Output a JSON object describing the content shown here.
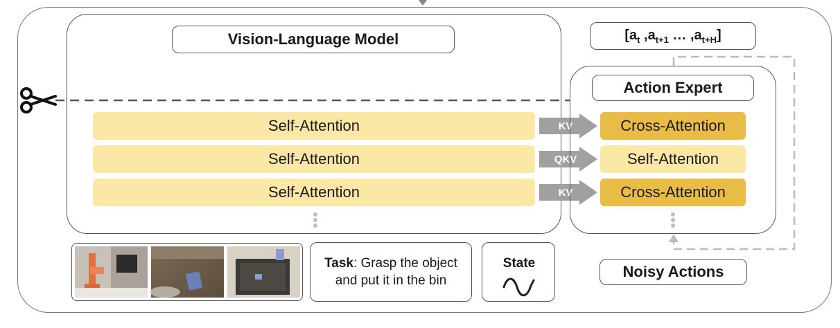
{
  "vlm": {
    "title": "Vision-Language Model",
    "layers": [
      "Self-Attention",
      "Self-Attention",
      "Self-Attention"
    ]
  },
  "connectors": [
    "KV",
    "QKV",
    "KV"
  ],
  "expert": {
    "title": "Action Expert",
    "layers": [
      "Cross-Attention",
      "Self-Attention",
      "Cross-Attention"
    ]
  },
  "output": {
    "a": "[a",
    "sub_t": "t",
    "sep1": " ,a",
    "sub_t1": "t+1",
    "sep2": " … ,a",
    "sub_tH": "t+H",
    "close": "]"
  },
  "task": {
    "label": "Task",
    "text": ": Grasp the object and put it in the bin"
  },
  "state": {
    "label": "State"
  },
  "noisy": {
    "label": "Noisy Actions"
  },
  "colors": {
    "attn_light": "#fbe7a6",
    "attn_dark": "#e8bc46",
    "arrow": "#a0a0a0",
    "border": "#555555"
  },
  "icons": [
    "scissors-icon",
    "wave-icon"
  ]
}
